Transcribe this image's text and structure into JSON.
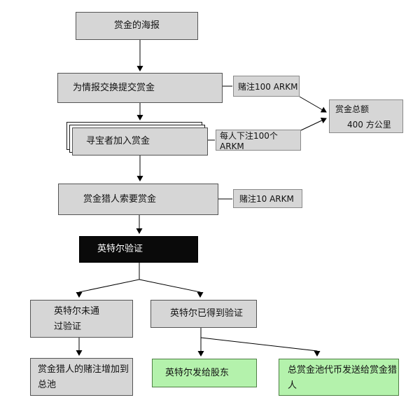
{
  "diagram_title": "bounty-flowchart",
  "colors": {
    "node_fill": "#d6d6d6",
    "node_border": "#545454",
    "verify_fill": "#0a0a0a",
    "verify_text": "#ffffff",
    "success_fill": "#b4f2ac",
    "success_border": "#4e8044",
    "edge": "#000000",
    "background": "#ffffff"
  },
  "nodes": {
    "poster": {
      "label": "赏金的海报"
    },
    "submit": {
      "label": "为情报交换提交赏金"
    },
    "hunters_join": {
      "label": "寻宝者加入赏金"
    },
    "claim": {
      "label": "赏金猎人索要赏金"
    },
    "verify": {
      "label": "英特尔验证"
    },
    "not_verified": {
      "label": "英特尔未通过验证"
    },
    "verified": {
      "label": "英特尔已得到验证"
    },
    "stake_to_pool": {
      "label": "赏金猎人的赌注增加到总池"
    },
    "intel_to_shareholders": {
      "label": "英特尔发给股东"
    },
    "pool_to_hunter": {
      "label": "总赏金池代币发送给赏金猎人"
    }
  },
  "annotations": {
    "stake100": {
      "label": "赌注100 ARKM"
    },
    "each100": {
      "label": "每人下注100个ARKM"
    },
    "stake10": {
      "label": "赌注10 ARKM"
    },
    "bounty_total": {
      "line1": "赏金总额",
      "line2": "400 方公里"
    }
  }
}
